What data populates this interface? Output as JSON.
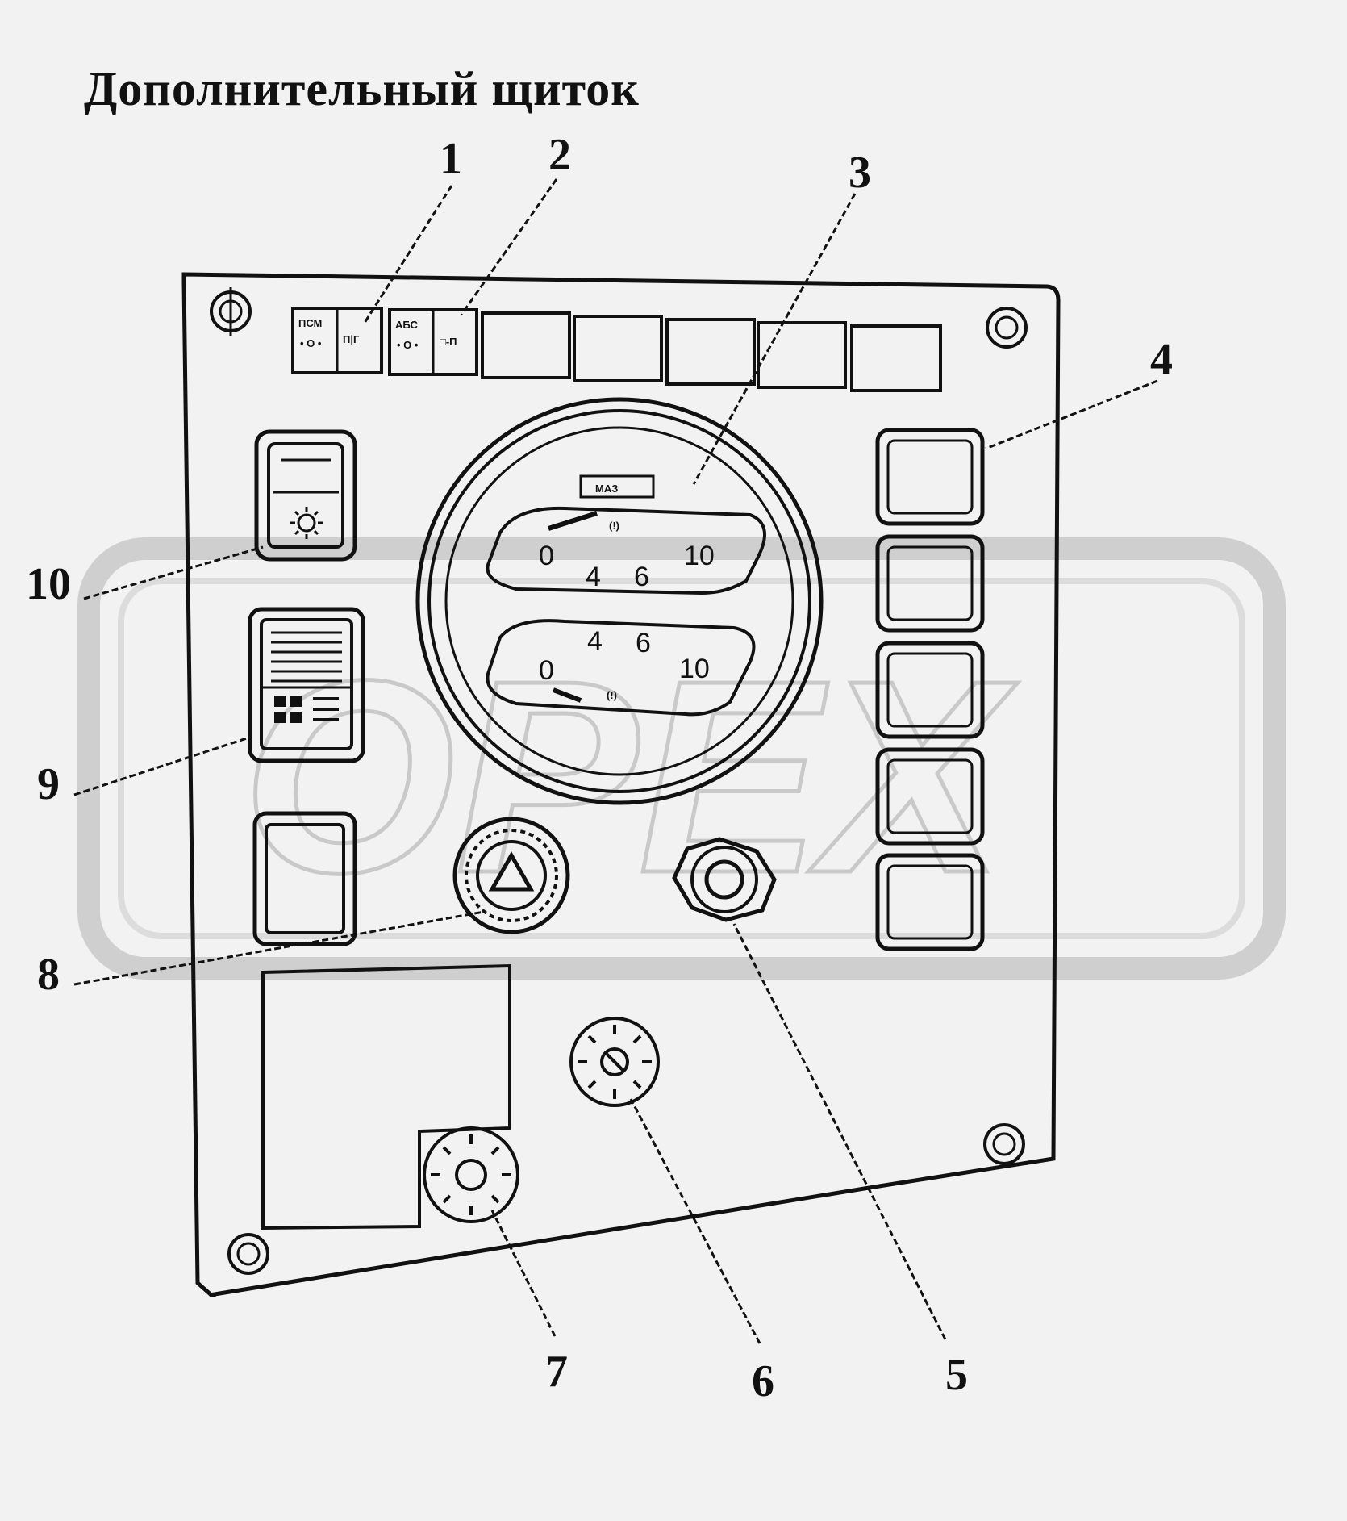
{
  "title": "Дополнительный щиток",
  "watermark": "OPEX",
  "gauge": {
    "brand": "МАЗ",
    "upper_scale": {
      "min": "0",
      "ticks": [
        "4",
        "6"
      ],
      "max": "10",
      "symbol": "(!)"
    },
    "lower_scale": {
      "min": "0",
      "ticks": [
        "4",
        "6"
      ],
      "max": "10",
      "symbol": "(!)"
    }
  },
  "callouts": [
    "1",
    "2",
    "3",
    "4",
    "5",
    "6",
    "7",
    "8",
    "9",
    "10"
  ],
  "colors": {
    "ink": "#111111",
    "watermark": "#c9c9c9",
    "background": "#f2f2f2"
  }
}
